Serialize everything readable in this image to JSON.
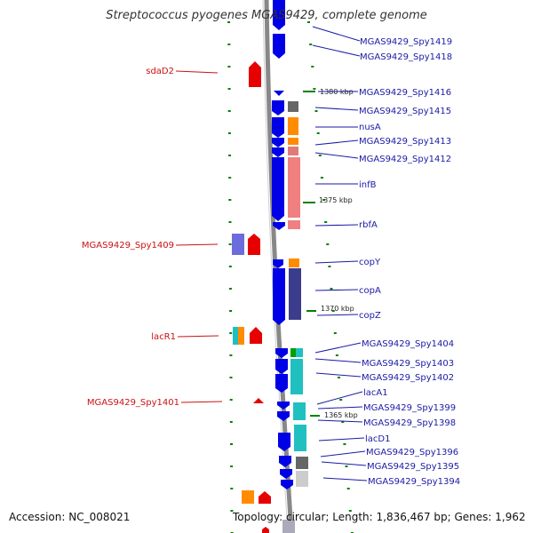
{
  "title": "Streptococcus pyogenes MGAS9429, complete genome",
  "accession_text": "Accession: NC_008021",
  "summary_text": "Topology: circular; Length: 1,836,467 bp; Genes: 1,962",
  "scale_labels": [
    "1380 kbp",
    "1375 kbp",
    "1370 kbp",
    "1365 kbp"
  ],
  "right_labels": [
    "MGAS9429_Spy1419",
    "MGAS9429_Spy1418",
    "MGAS9429_Spy1416",
    "MGAS9429_Spy1415",
    "nusA",
    "MGAS9429_Spy1413",
    "MGAS9429_Spy1412",
    "infB",
    "rbfA",
    "copY",
    "copA",
    "copZ",
    "MGAS9429_Spy1404",
    "MGAS9429_Spy1403",
    "MGAS9429_Spy1402",
    "lacA1",
    "MGAS9429_Spy1399",
    "MGAS9429_Spy1398",
    "lacD1",
    "MGAS9429_Spy1396",
    "MGAS9429_Spy1395",
    "MGAS9429_Spy1394"
  ],
  "left_labels": [
    "sdaD2",
    "MGAS9429_Spy1409",
    "lacR1",
    "MGAS9429_Spy1401"
  ],
  "colors": {
    "forward_gene": "#0000e6",
    "reverse_gene": "#e60000",
    "label_right": "#1a1aa6",
    "label_left": "#cc1111",
    "backbone": "#888888",
    "tick": "#008000"
  }
}
